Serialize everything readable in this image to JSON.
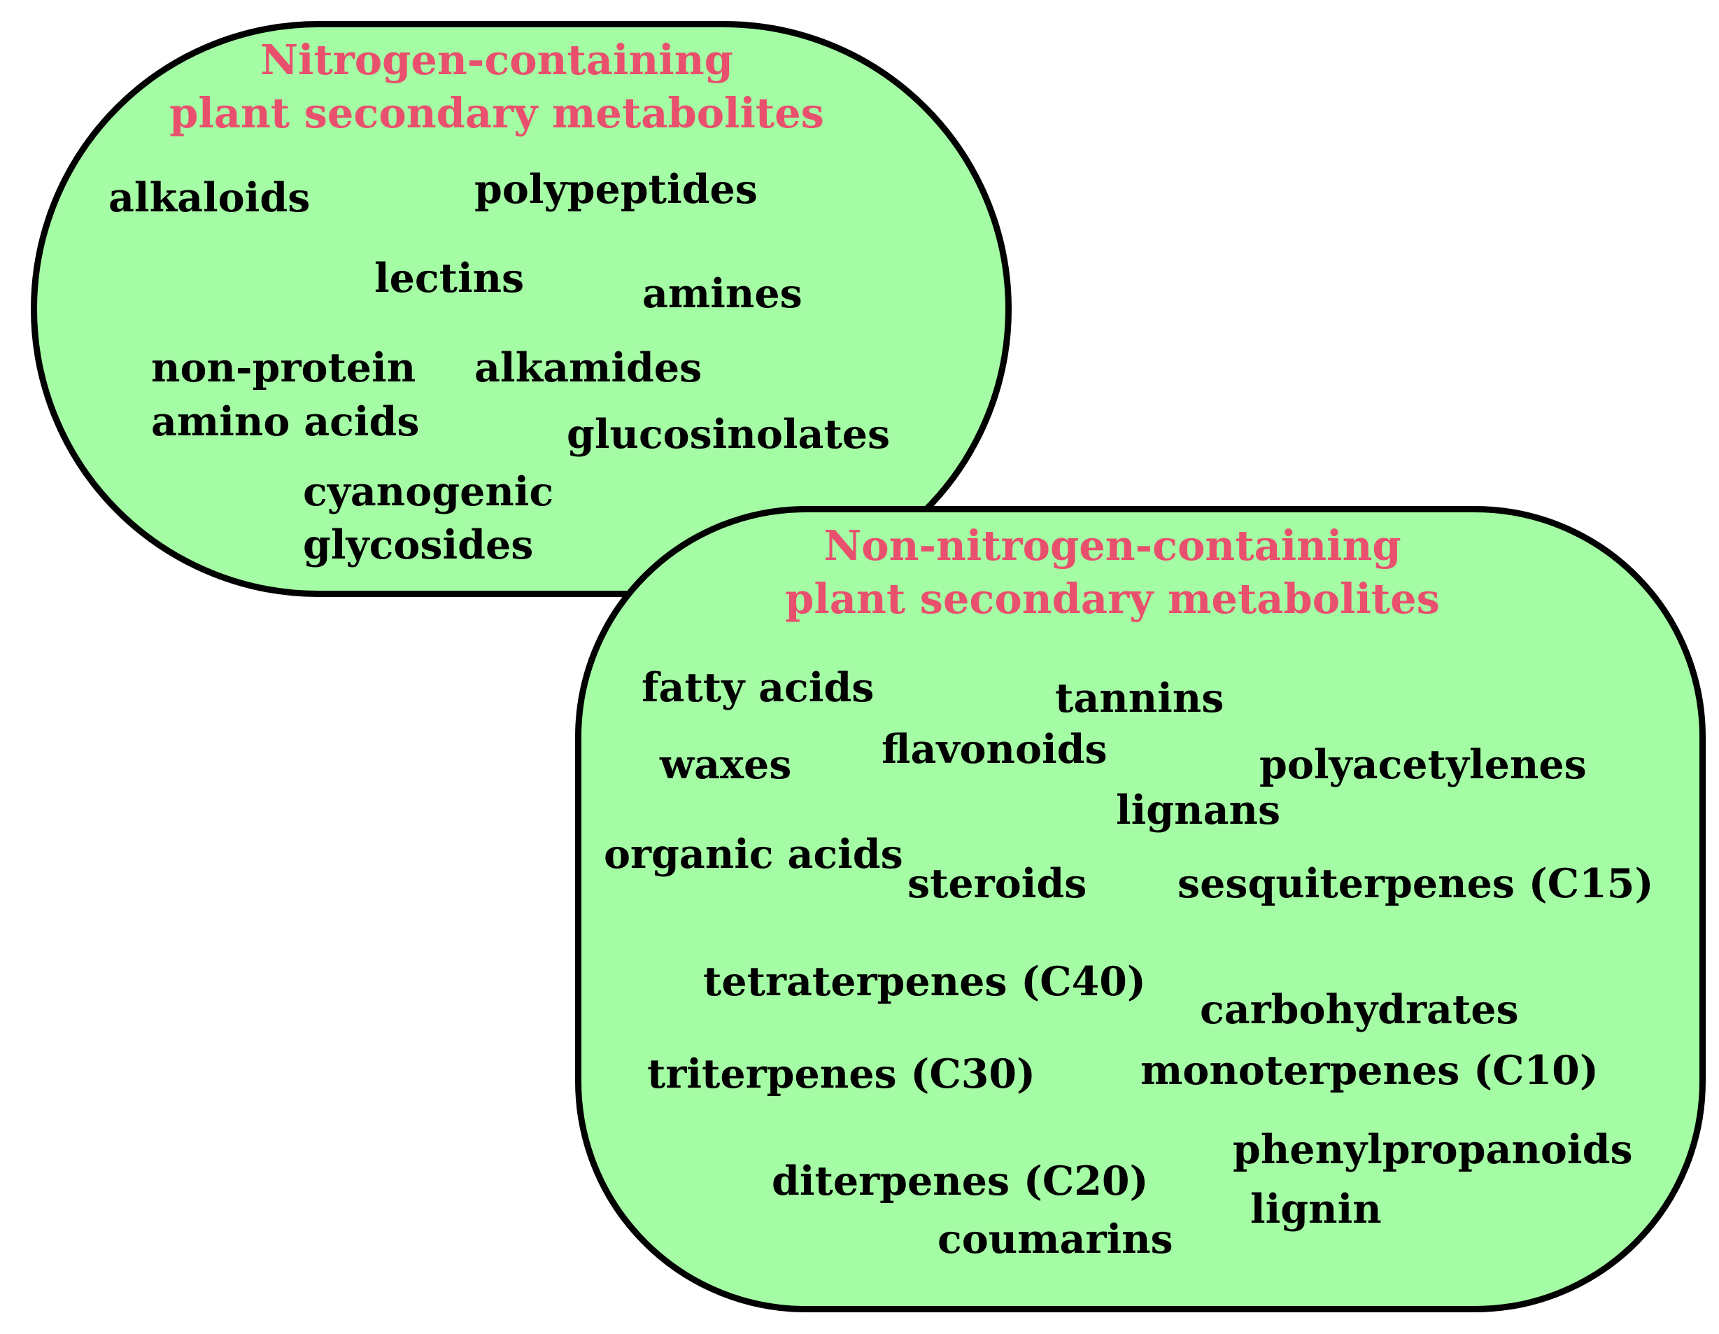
{
  "nitrogen": {
    "title_line1": "Nitrogen-containing",
    "title_line2": "plant secondary metabolites",
    "items": {
      "alkaloids": "alkaloids",
      "polypeptides": "polypeptides",
      "lectins": "lectins",
      "amines": "amines",
      "non_protein": "non-protein",
      "amino_acids": "amino acids",
      "alkamides": "alkamides",
      "glucosinolates": "glucosinolates",
      "cyanogenic": "cyanogenic",
      "glycosides": "glycosides"
    }
  },
  "non_nitrogen": {
    "title_line1": "Non-nitrogen-containing",
    "title_line2": "plant secondary metabolites",
    "items": {
      "fatty_acids": "fatty acids",
      "tannins": "tannins",
      "flavonoids": "flavonoids",
      "waxes": "waxes",
      "polyacetylenes": "polyacetylenes",
      "lignans": "lignans",
      "organic_acids": "organic acids",
      "steroids": "steroids",
      "sesquiterpenes": "sesquiterpenes (C15)",
      "tetraterpenes": "tetraterpenes (C40)",
      "carbohydrates": "carbohydrates",
      "triterpenes": "triterpenes (C30)",
      "monoterpenes": "monoterpenes (C10)",
      "phenylpropanoids": "phenylpropanoids",
      "diterpenes": "diterpenes (C20)",
      "lignin": "lignin",
      "coumarins": "coumarins"
    }
  },
  "colors": {
    "fill": "#a4fca4",
    "outline": "#000000",
    "title": "#e8506e",
    "text": "#000000"
  }
}
